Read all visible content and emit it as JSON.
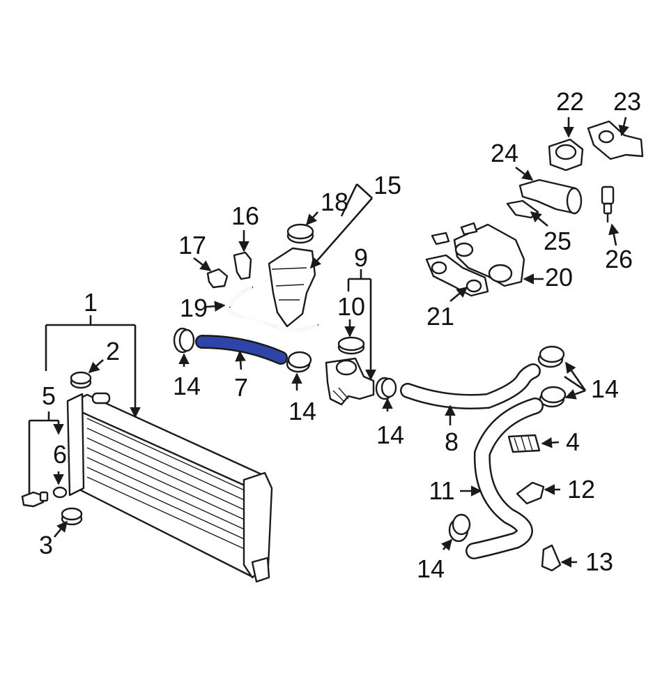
{
  "diagram": {
    "highlight_color": "#2f44a8",
    "highlighted_part": "7",
    "callouts": [
      {
        "id": "c1",
        "label": "1"
      },
      {
        "id": "c2",
        "label": "2"
      },
      {
        "id": "c3",
        "label": "3"
      },
      {
        "id": "c4",
        "label": "4"
      },
      {
        "id": "c5",
        "label": "5"
      },
      {
        "id": "c6",
        "label": "6"
      },
      {
        "id": "c7",
        "label": "7"
      },
      {
        "id": "c8",
        "label": "8"
      },
      {
        "id": "c9",
        "label": "9"
      },
      {
        "id": "c10",
        "label": "10"
      },
      {
        "id": "c11",
        "label": "11"
      },
      {
        "id": "c12",
        "label": "12"
      },
      {
        "id": "c13",
        "label": "13"
      },
      {
        "id": "c14a",
        "label": "14"
      },
      {
        "id": "c14b",
        "label": "14"
      },
      {
        "id": "c14c",
        "label": "14"
      },
      {
        "id": "c14d",
        "label": "14"
      },
      {
        "id": "c14e",
        "label": "14"
      },
      {
        "id": "c15",
        "label": "15"
      },
      {
        "id": "c16",
        "label": "16"
      },
      {
        "id": "c17",
        "label": "17"
      },
      {
        "id": "c18",
        "label": "18"
      },
      {
        "id": "c19",
        "label": "19"
      },
      {
        "id": "c20",
        "label": "20"
      },
      {
        "id": "c21",
        "label": "21"
      },
      {
        "id": "c22",
        "label": "22"
      },
      {
        "id": "c23",
        "label": "23"
      },
      {
        "id": "c24",
        "label": "24"
      },
      {
        "id": "c25",
        "label": "25"
      },
      {
        "id": "c26",
        "label": "26"
      }
    ]
  }
}
